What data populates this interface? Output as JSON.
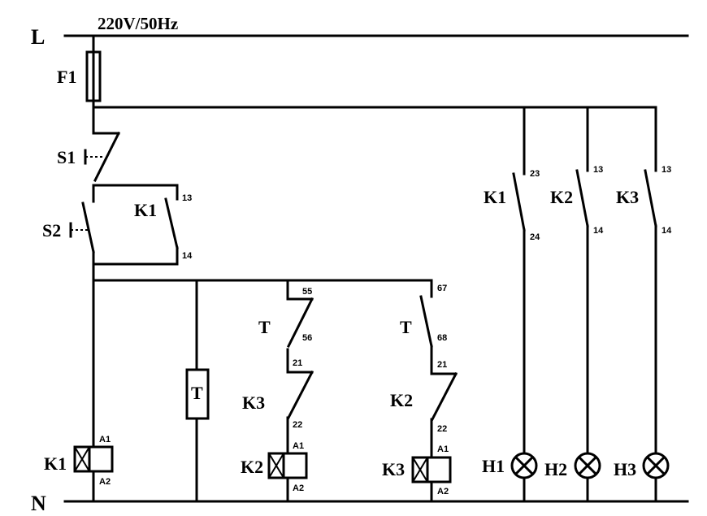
{
  "supply": {
    "voltage": "220V/50Hz",
    "line": "L",
    "neutral": "N"
  },
  "fuse": {
    "label": "F1"
  },
  "switches": {
    "s1": {
      "label": "S1"
    },
    "s2": {
      "label": "S2"
    }
  },
  "hold_contact": {
    "label": "K1",
    "t1": "13",
    "t2": "14"
  },
  "timer": {
    "coil_label": "T"
  },
  "rung_k2": {
    "timer_contact": {
      "label": "T",
      "t1": "55",
      "t2": "56"
    },
    "interlock": {
      "label": "K3",
      "t1": "21",
      "t2": "22"
    },
    "coil": {
      "label": "K2",
      "a1": "A1",
      "a2": "A2"
    }
  },
  "rung_k3": {
    "timer_contact": {
      "label": "T",
      "t1": "67",
      "t2": "68"
    },
    "interlock": {
      "label": "K2",
      "t1": "21",
      "t2": "22"
    },
    "coil": {
      "label": "K3",
      "a1": "A1",
      "a2": "A2"
    }
  },
  "coil_k1": {
    "label": "K1",
    "a1": "A1",
    "a2": "A2"
  },
  "lamp_rungs": [
    {
      "contact": "K1",
      "t1": "23",
      "t2": "24",
      "lamp": "H1"
    },
    {
      "contact": "K2",
      "t1": "13",
      "t2": "14",
      "lamp": "H2"
    },
    {
      "contact": "K3",
      "t1": "13",
      "t2": "14",
      "lamp": "H3"
    }
  ]
}
